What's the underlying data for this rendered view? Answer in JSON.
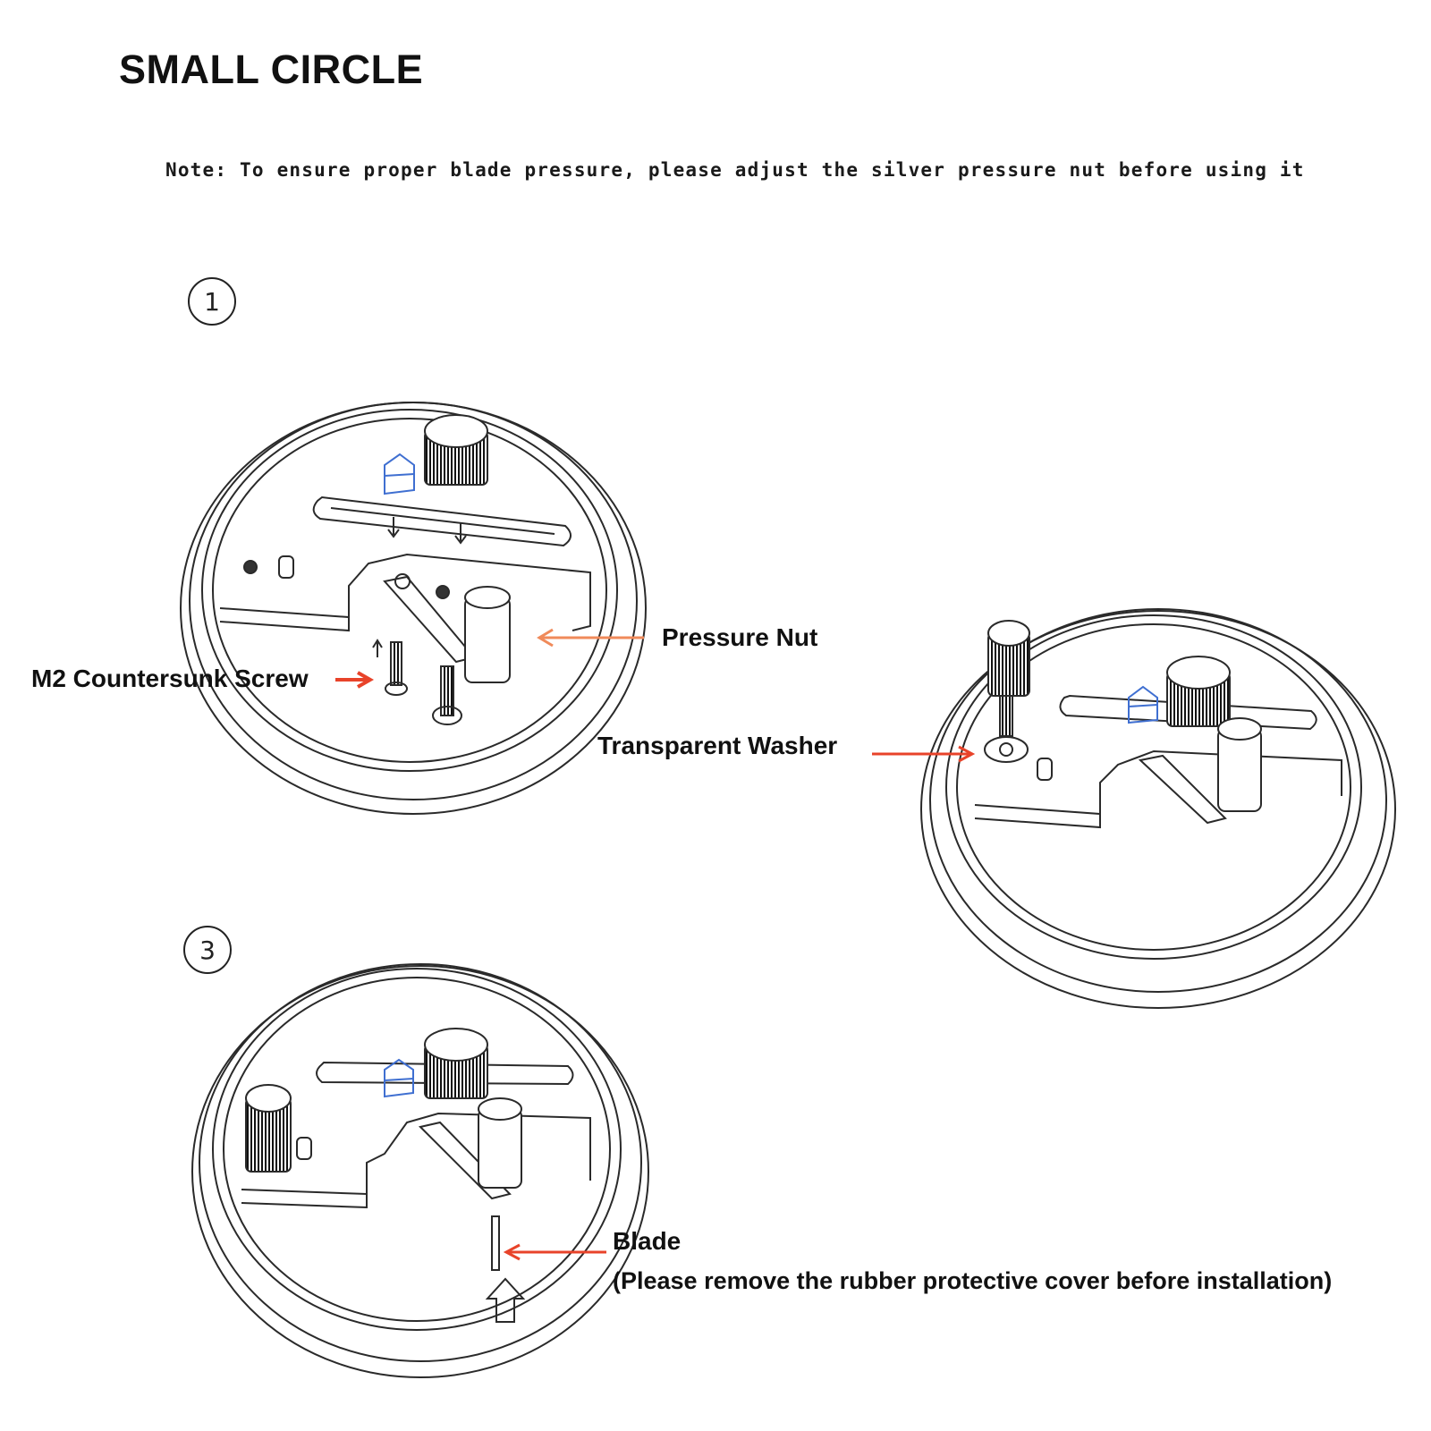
{
  "title": "SMALL CIRCLE",
  "note": "Note: To ensure proper blade pressure, please adjust the silver pressure nut before using it",
  "steps": [
    {
      "number": "1"
    },
    {
      "number": "3"
    }
  ],
  "labels": {
    "pressure_nut": "Pressure Nut",
    "m2_screw": "M2 Countersunk Screw",
    "transparent_washer": "Transparent Washer",
    "blade": "Blade",
    "blade_note": "(Please remove the rubber protective cover before installation)"
  },
  "colors": {
    "arrow_orange": "#f08a5a",
    "arrow_red": "#e8432a",
    "blade_holder_blue": "#3f6fd1",
    "line": "#2a2a2a"
  }
}
